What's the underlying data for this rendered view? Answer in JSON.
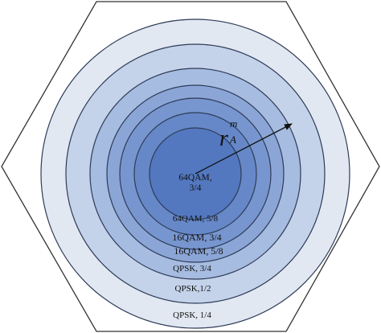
{
  "diagram": {
    "rings": [
      {
        "label": "QPSK, 1/4",
        "color": "#e1e8f2"
      },
      {
        "label": "QPSK,1/2",
        "color": "#c4d2ea"
      },
      {
        "label": "QPSK, 3/4",
        "color": "#a6bce0"
      },
      {
        "label": "16QAM, 5/8",
        "color": "#8ba6d6"
      },
      {
        "label": "16QAM, 3/4",
        "color": "#7796cf"
      },
      {
        "label": "64QAM, 5/8",
        "color": "#6688c8"
      },
      {
        "label_line1": "64QAM,",
        "label_line2": "3/4",
        "color": "#5378bf"
      }
    ],
    "radius_label": {
      "main": "r",
      "superscript": "m",
      "subscript": "A"
    }
  }
}
